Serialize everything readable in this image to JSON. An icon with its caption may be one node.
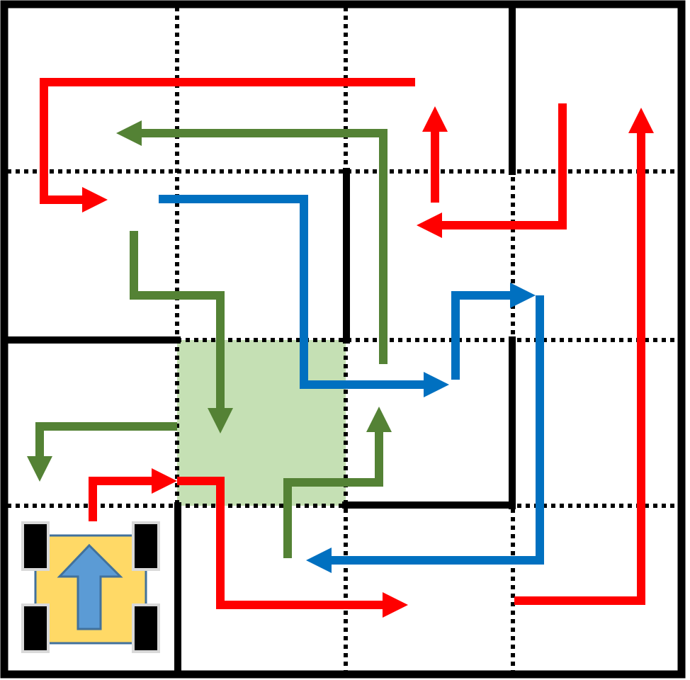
{
  "diagram": {
    "nodes": [
      {
        "text": [],
        "shape": "box"
      },
      {
        "text": [],
        "shape": "picture"
      }
    ],
    "edges": [
      {
        "from": null,
        "to": 0,
        "arrow": "to",
        "color": "#548235"
      },
      {
        "from": 0,
        "to": 1,
        "arrow": "to",
        "color": "#548235"
      },
      {
        "from": 1,
        "to": 0,
        "arrow": "to",
        "color": "#ff0000"
      },
      {
        "from": 0,
        "to": null,
        "arrow": "to",
        "color": "#ff0000"
      }
    ]
  }
}
